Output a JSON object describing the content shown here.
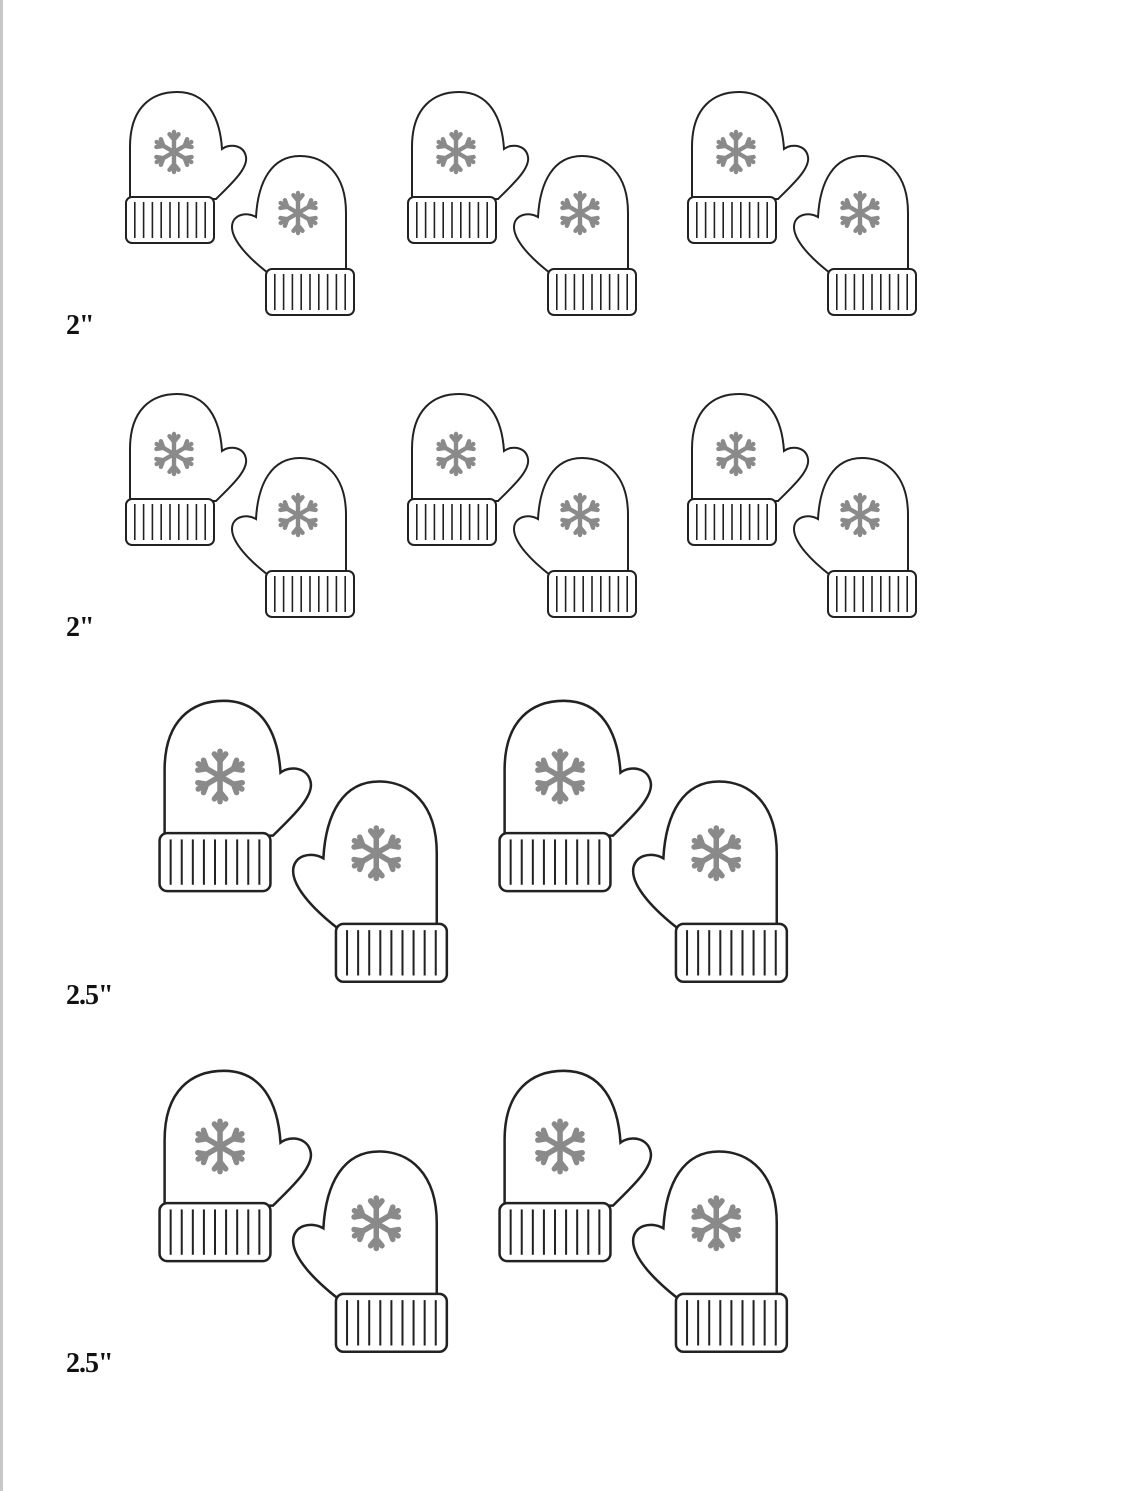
{
  "sheet": {
    "rows": [
      {
        "size_label": "2\"",
        "pair_count": 3
      },
      {
        "size_label": "2\"",
        "pair_count": 3
      },
      {
        "size_label": "2.5\"",
        "pair_count": 2
      },
      {
        "size_label": "2.5\"",
        "pair_count": 2
      }
    ],
    "colors": {
      "outline": "#222222",
      "snowflake": "#8a8a8a",
      "background": "#ffffff"
    },
    "icons": [
      "mitten-icon",
      "snowflake-icon"
    ]
  }
}
